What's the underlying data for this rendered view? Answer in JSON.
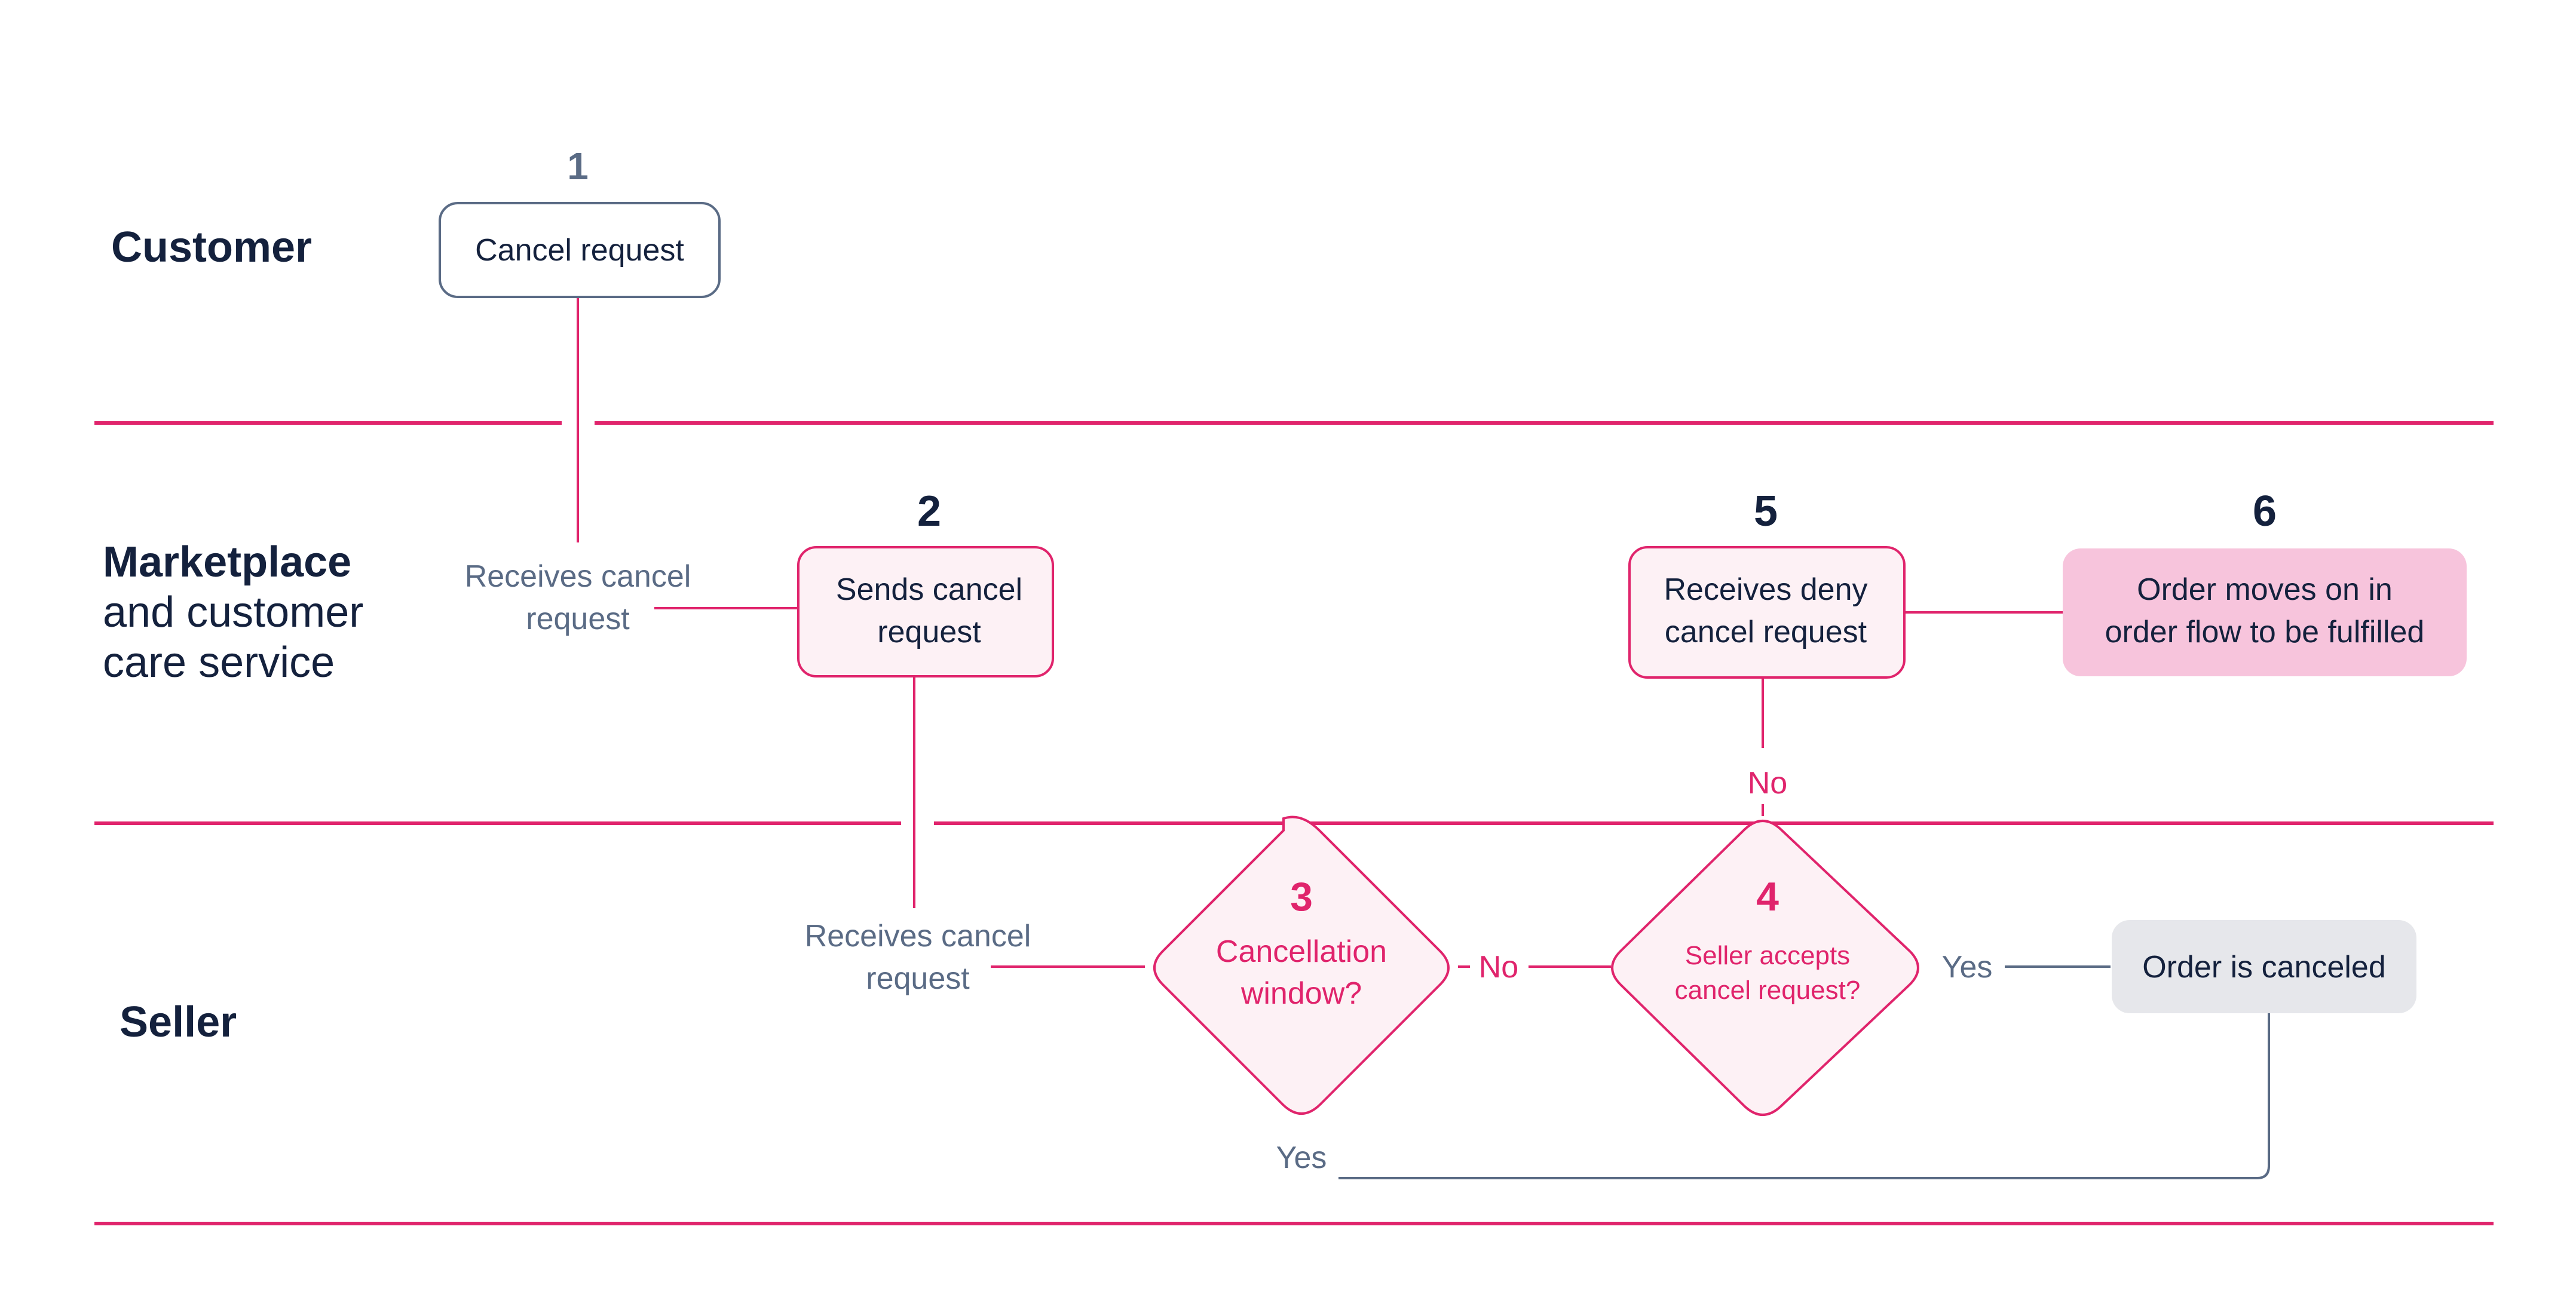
{
  "colors": {
    "accent": "#e0246c",
    "dark_text": "#14213d",
    "muted_text": "#5a6b85",
    "light_pink_fill": "#fdf1f5",
    "pink_fill": "#f7c4dc",
    "gray_fill": "#e6e7eb",
    "connector_gray": "#5a6b85"
  },
  "lanes": {
    "customer": {
      "title": "Customer"
    },
    "marketplace": {
      "title": "Marketplace",
      "subtitle_line1": "and customer",
      "subtitle_line2": "care service"
    },
    "seller": {
      "title": "Seller"
    }
  },
  "steps": {
    "s1": {
      "number": "1",
      "label": "Cancel request"
    },
    "s2": {
      "number": "2",
      "line1": "Sends cancel",
      "line2": "request"
    },
    "s3": {
      "number": "3",
      "line1": "Cancellation",
      "line2": "window?"
    },
    "s4": {
      "number": "4",
      "line1": "Seller accepts",
      "line2": "cancel request?"
    },
    "s5": {
      "number": "5",
      "line1": "Receives deny",
      "line2": "cancel request"
    },
    "s6": {
      "number": "6",
      "line1": "Order moves on in",
      "line2": "order flow to be fulfilled"
    },
    "canceled": {
      "label": "Order is canceled"
    }
  },
  "labels": {
    "receives_marketplace": {
      "line1": "Receives cancel",
      "line2": "request"
    },
    "receives_seller": {
      "line1": "Receives cancel",
      "line2": "request"
    },
    "no_3_to_4": "No",
    "no_4_to_5": "No",
    "yes_4": "Yes",
    "yes_3": "Yes"
  }
}
